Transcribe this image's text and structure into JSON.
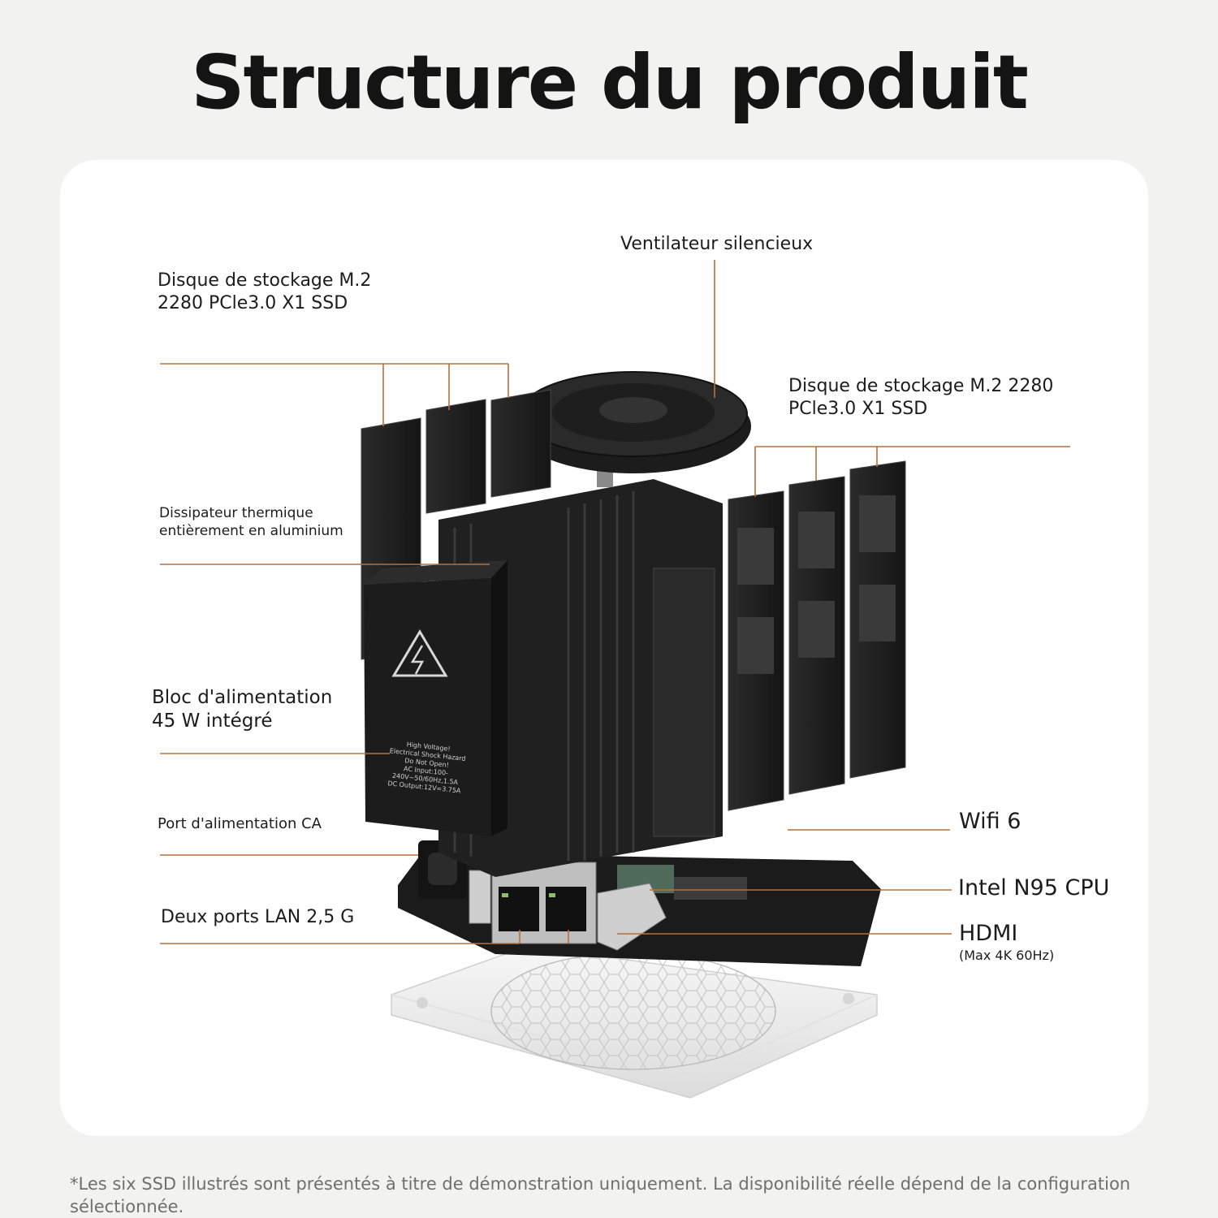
{
  "title": "Structure du produit",
  "labels": {
    "ssd_left": [
      "Disque de stockage M.2",
      "2280 PCle3.0 X1 SSD"
    ],
    "fan": "Ventilateur silencieux",
    "ssd_right": [
      "Disque de stockage M.2 2280",
      "PCle3.0 X1 SSD"
    ],
    "heatsink": [
      "Dissipateur thermique",
      "entièrement en aluminium"
    ],
    "psu": [
      "Bloc d'alimentation",
      "45 W intégré"
    ],
    "ac_port": "Port d'alimentation CA",
    "lan": "Deux ports LAN 2,5 G",
    "wifi": "Wifi 6",
    "cpu": "Intel N95 CPU",
    "hdmi": "HDMI",
    "hdmi_sub": "(Max 4K 60Hz)"
  },
  "psu_sticker": {
    "line1": "High Voltage!",
    "line2": "Electrical Shock Hazard",
    "line3": "Do Not Open!",
    "line4": "AC Input:100-240V~50/60Hz,1.5A",
    "line5": "DC Output:12V=3.75A"
  },
  "footnote": "*Les six SSD illustrés sont présentés à titre de démonstration uniquement. La disponibilité réelle dépend de la configuration sélectionnée.",
  "colors": {
    "leader": "#b7703a",
    "device": "#1f1f1f",
    "panel": "#ffffff",
    "background": "#f2f2f1"
  }
}
